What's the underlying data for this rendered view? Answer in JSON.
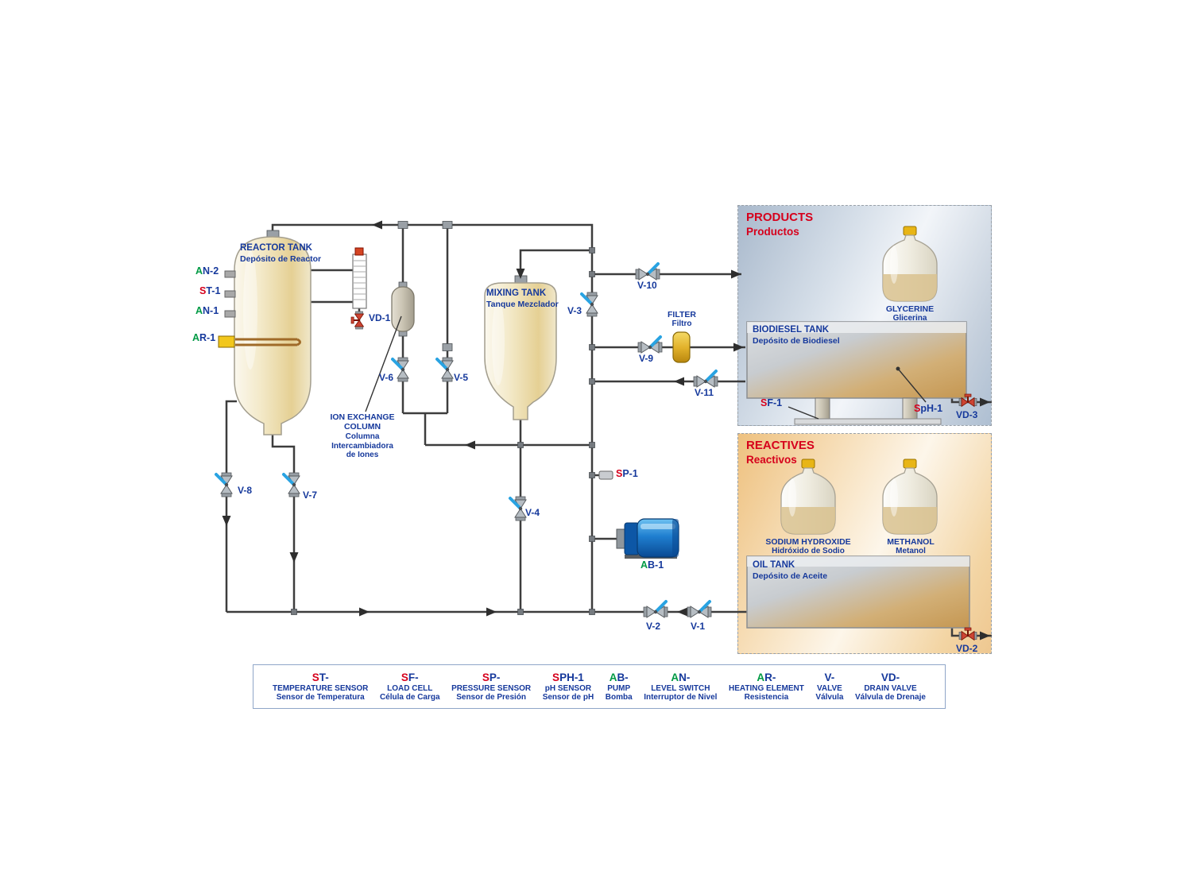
{
  "colors": {
    "label_blue": "#16399c",
    "accent_red": "#d6001c",
    "accent_green": "#009a44",
    "pipe": "#3d3d3d",
    "valve_handle": "#29a3e2"
  },
  "panels": {
    "products": {
      "title": "PRODUCTS",
      "subtitle": "Productos"
    },
    "reactives": {
      "title": "REACTIVES",
      "subtitle": "Reactivos"
    }
  },
  "tanks": {
    "reactor": {
      "name": "REACTOR TANK",
      "name_es": "Depósito de Reactor"
    },
    "mixing": {
      "name": "MIXING TANK",
      "name_es": "Tanque Mezclador"
    },
    "biodiesel": {
      "name": "BIODIESEL TANK",
      "name_es": "Depósito de Biodiesel"
    },
    "oil": {
      "name": "OIL TANK",
      "name_es": "Depósito de Aceite"
    }
  },
  "bottles": {
    "glycerine": {
      "name": "GLYCERINE",
      "name_es": "Glicerina"
    },
    "sodium_hydroxide": {
      "name": "SODIUM HYDROXIDE",
      "name_es": "Hidróxido de Sodio"
    },
    "methanol": {
      "name": "METHANOL",
      "name_es": "Metanol"
    }
  },
  "ion_column": {
    "lines": [
      "ION EXCHANGE",
      "COLUMN",
      "Columna",
      "Intercambiadora",
      "de Iones"
    ]
  },
  "filter": {
    "name": "FILTER",
    "name_es": "Filtro"
  },
  "valves": {
    "v1": "V-1",
    "v2": "V-2",
    "v3": "V-3",
    "v4": "V-4",
    "v5": "V-5",
    "v6": "V-6",
    "v7": "V-7",
    "v8": "V-8",
    "v9": "V-9",
    "v10": "V-10",
    "v11": "V-11",
    "vd1": "VD-1",
    "vd2": "VD-2",
    "vd3": "VD-3"
  },
  "instruments": {
    "an2": {
      "pre": "A",
      "rest": "N-2",
      "color": "green"
    },
    "st1": {
      "pre": "S",
      "rest": "T-1",
      "color": "red"
    },
    "an1": {
      "pre": "A",
      "rest": "N-1",
      "color": "green"
    },
    "ar1": {
      "pre": "A",
      "rest": "R-1",
      "color": "green"
    },
    "sp1": {
      "pre": "S",
      "rest": "P-1",
      "color": "red"
    },
    "ab1": {
      "pre": "A",
      "rest": "B-1",
      "color": "green"
    },
    "sf1": {
      "pre": "S",
      "rest": "F-1",
      "color": "red"
    },
    "sph1": {
      "pre": "S",
      "rest": "pH-1",
      "color": "red"
    }
  },
  "legend": {
    "items": [
      {
        "pre": "S",
        "color": "red",
        "rest": "T-",
        "en": "TEMPERATURE SENSOR",
        "es": "Sensor de Temperatura"
      },
      {
        "pre": "S",
        "color": "red",
        "rest": "F-",
        "en": "LOAD CELL",
        "es": "Célula de Carga"
      },
      {
        "pre": "S",
        "color": "red",
        "rest": "P-",
        "en": "PRESSURE SENSOR",
        "es": "Sensor de Presión"
      },
      {
        "pre": "S",
        "color": "red",
        "rest": "PH-1",
        "en": "pH SENSOR",
        "es": "Sensor de pH"
      },
      {
        "pre": "A",
        "color": "green",
        "rest": "B-",
        "en": "PUMP",
        "es": "Bomba"
      },
      {
        "pre": "A",
        "color": "green",
        "rest": "N-",
        "en": "LEVEL SWITCH",
        "es": "Interruptor de Nivel"
      },
      {
        "pre": "A",
        "color": "green",
        "rest": "R-",
        "en": "HEATING ELEMENT",
        "es": "Resistencia"
      },
      {
        "pre": "V",
        "color": "blue",
        "rest": "-",
        "en": "VALVE",
        "es": "Válvula"
      },
      {
        "pre": "V",
        "color": "blue",
        "rest": "D-",
        "en": "DRAIN VALVE",
        "es": "Válvula de Drenaje"
      }
    ]
  }
}
